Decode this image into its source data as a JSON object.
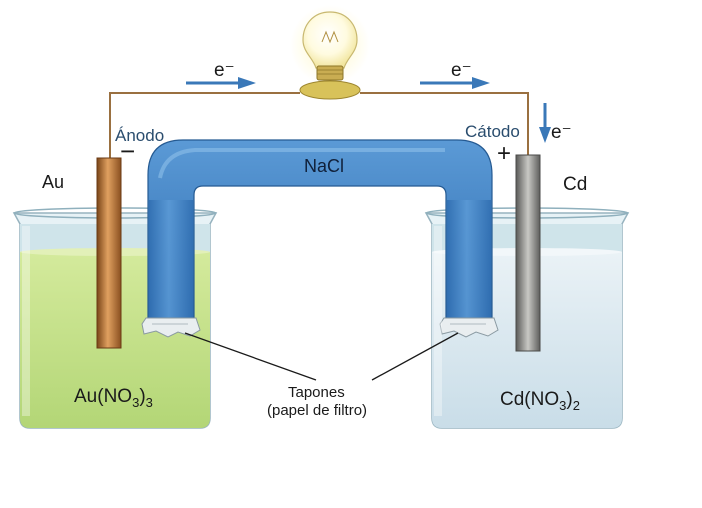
{
  "diagram": {
    "electron_label_left": "e⁻",
    "electron_label_right": "e⁻",
    "electron_label_cathode": "e⁻",
    "anode_label": "Ánodo",
    "anode_sign": "−",
    "cathode_label": "Cátodo",
    "cathode_sign": "+",
    "left_metal": "Au",
    "right_metal": "Cd",
    "salt_bridge": "NaCl",
    "left_solution": {
      "prefix": "Au(NO",
      "sub1": "3",
      "mid": ")",
      "sub2": "3"
    },
    "right_solution": {
      "prefix": "Cd(NO",
      "sub1": "3",
      "mid": ")",
      "sub2": "2"
    },
    "plugs_line1": "Tapones",
    "plugs_line2": "(papel de filtro)",
    "colors": {
      "left_liquid": "#c4e08a",
      "right_liquid": "#dce9f0",
      "salt_bridge": "#3f7fc0",
      "arrow": "#3a78b8",
      "gold_electrode": "#c07a3c",
      "cadmium_electrode": "#8a8a88",
      "wire": "#9a7040"
    }
  }
}
